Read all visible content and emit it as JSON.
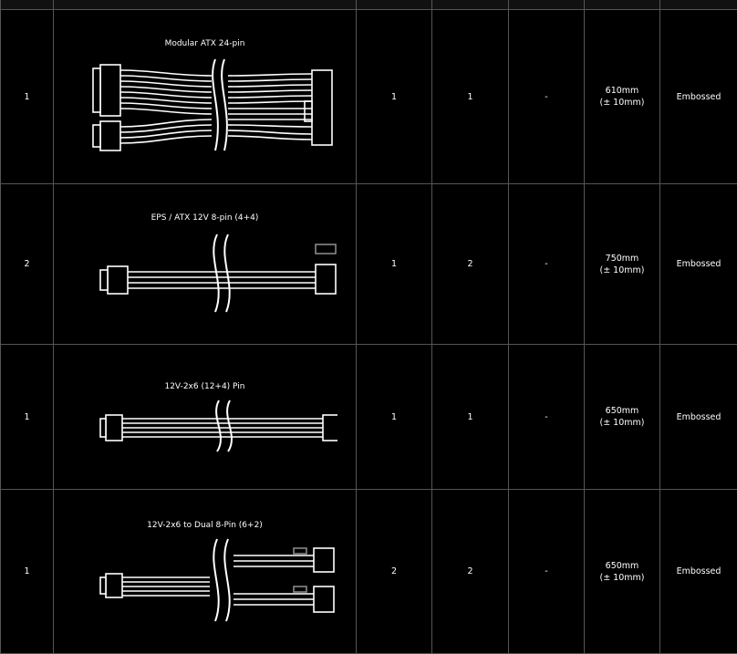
{
  "rows": [
    {
      "qty": "1",
      "title": "Modular ATX 24-pin",
      "c1": "1",
      "c2": "1",
      "c3": "-",
      "length": "610mm",
      "tol": "(± 10mm)",
      "marking": "Embossed"
    },
    {
      "qty": "2",
      "title": "EPS / ATX 12V 8-pin (4+4)",
      "c1": "1",
      "c2": "2",
      "c3": "-",
      "length": "750mm",
      "tol": "(± 10mm)",
      "marking": "Embossed"
    },
    {
      "qty": "1",
      "title": "12V-2x6 (12+4) Pin",
      "c1": "1",
      "c2": "1",
      "c3": "-",
      "length": "650mm",
      "tol": "(± 10mm)",
      "marking": "Embossed"
    },
    {
      "qty": "1",
      "title": "12V-2x6 to Dual 8-Pin (6+2)",
      "c1": "2",
      "c2": "2",
      "c3": "-",
      "length": "650mm",
      "tol": "(± 10mm)",
      "marking": "Embossed"
    }
  ]
}
